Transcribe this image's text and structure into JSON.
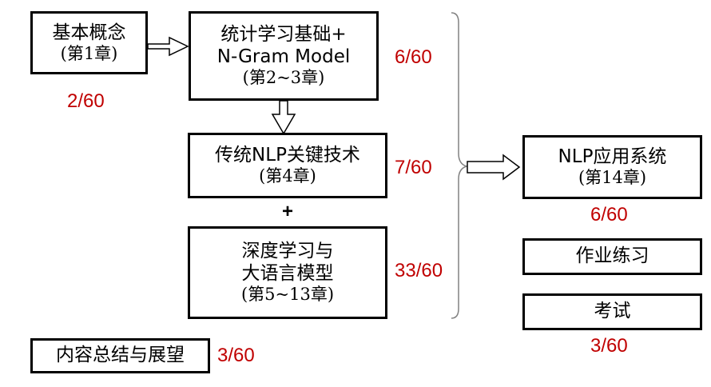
{
  "diagram": {
    "nodes": {
      "basic_concepts": {
        "title": "基本概念",
        "chapter": "(第1章)",
        "share": "2/60"
      },
      "statistical": {
        "title_line1": "统计学习基础+",
        "title_line2": "N-Gram Model",
        "chapter": "(第2~3章)",
        "share": "6/60"
      },
      "traditional_nlp": {
        "title": "传统NLP关键技术",
        "chapter": "(第4章)",
        "share": "7/60"
      },
      "plus_sign": "+",
      "deep_learning": {
        "title_line1": "深度学习与",
        "title_line2": "大语言模型",
        "chapter": "(第5~13章)",
        "share": "33/60"
      },
      "nlp_apps": {
        "title": "NLP应用系统",
        "chapter": "(第14章)",
        "share": "6/60"
      },
      "homework": {
        "title": "作业练习"
      },
      "exam": {
        "title": "考试",
        "share": "3/60"
      },
      "summary": {
        "title": "内容总结与展望",
        "share": "3/60"
      }
    },
    "colors": {
      "share_text": "#c00000",
      "box_border": "#000000",
      "brace": "#808080"
    }
  }
}
